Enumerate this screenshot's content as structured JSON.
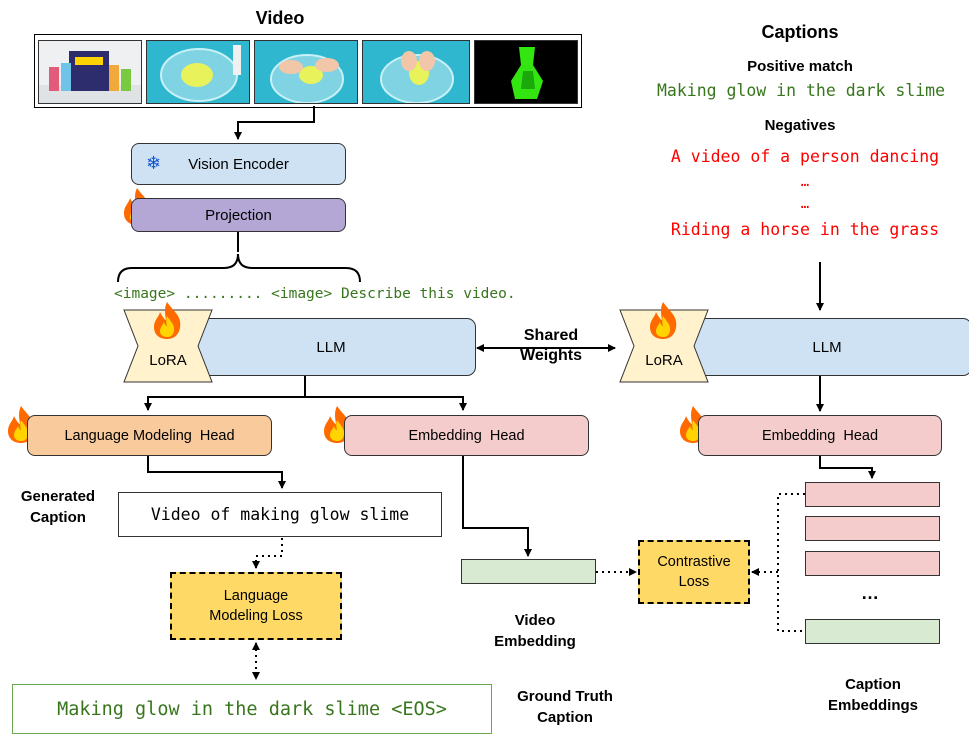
{
  "video_label": "Video",
  "captions_label": "Captions",
  "positive_match_label": "Positive match",
  "positive_caption": "Making glow in the dark slime",
  "negatives_label": "Negatives",
  "negative_captions": [
    "A video of a person dancing",
    "…",
    "…",
    "Riding a horse in the grass"
  ],
  "vision_encoder_label": "Vision Encoder",
  "projection_label": "Projection",
  "prompt_text": "<image> ......... <image> Describe this video.",
  "lora_label": "LoRA",
  "llm_label": "LLM",
  "shared_weights_label": "Shared\nWeights",
  "lm_head_label": "Language Modeling  Head",
  "embedding_head_label": "Embedding  Head",
  "generated_caption_label": "Generated\nCaption",
  "generated_caption": "Video of making glow slime",
  "lm_loss_label": "Language\nModeling Loss",
  "contrastive_loss_label": "Contrastive\nLoss",
  "video_embedding_label": "Video\nEmbedding",
  "caption_embeddings_label": "Caption\nEmbeddings",
  "ellipsis": "…",
  "ground_truth_label": "Ground Truth\nCaption",
  "ground_truth_caption": "Making glow in the dark slime <EOS>",
  "colors": {
    "vision_encoder": "#cfe2f3",
    "projection": "#b4a7d6",
    "llm": "#cfe2f3",
    "lora": "#fff2cc",
    "lm_head": "#f9cb9c",
    "embedding_head": "#f4cccc",
    "loss": "#ffd966",
    "video_embedding": "#d9ead3",
    "caption_embedding_pink": "#f4cccc",
    "caption_embedding_green": "#d9ead3",
    "positive_text": "#38761d",
    "negative_text": "#ff0000",
    "snowflake": "#1155cc"
  },
  "icons": [
    "snowflake-icon",
    "flame-icon"
  ]
}
